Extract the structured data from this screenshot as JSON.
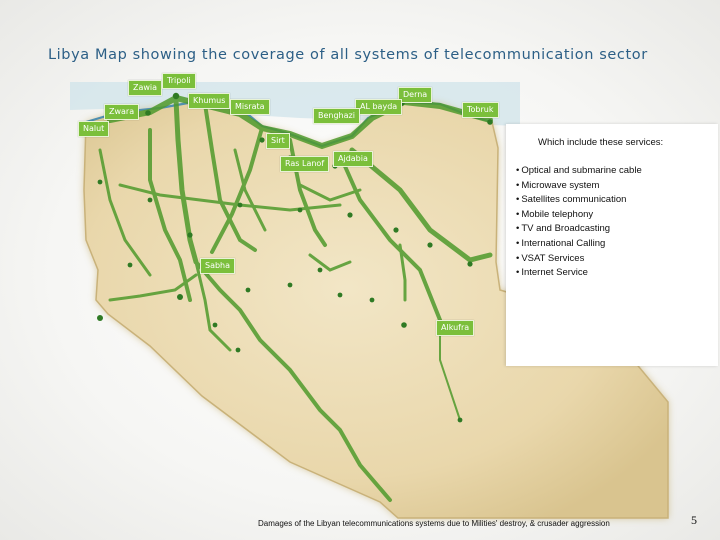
{
  "title": "Libya Map showing the coverage of all systems of telecommunication sector",
  "cities": [
    {
      "id": "zawia",
      "label": "Zawia"
    },
    {
      "id": "tripoli",
      "label": "Tripoli"
    },
    {
      "id": "khumus",
      "label": "Khumus"
    },
    {
      "id": "zwara",
      "label": "Zwara"
    },
    {
      "id": "misrata",
      "label": "Misrata"
    },
    {
      "id": "derna",
      "label": "Derna"
    },
    {
      "id": "albayda",
      "label": "AL bayda"
    },
    {
      "id": "benghazi",
      "label": "Benghazi"
    },
    {
      "id": "tobruk",
      "label": "Tobruk"
    },
    {
      "id": "nalut",
      "label": "Nalut"
    },
    {
      "id": "sirt",
      "label": "Sirt"
    },
    {
      "id": "raslanof",
      "label": "Ras Lanof"
    },
    {
      "id": "ajdabia",
      "label": "Ajdabia"
    },
    {
      "id": "sabha",
      "label": "Sabha"
    },
    {
      "id": "alkufra",
      "label": "Alkufra"
    }
  ],
  "services": {
    "title": "Which include these services:",
    "items": [
      "Optical and submarine cable",
      "Microwave system",
      "Satellites communication",
      "Mobile telephony",
      "TV and Broadcasting",
      "International Calling",
      "VSAT Services",
      "Internet Service"
    ]
  },
  "footer": "Damages of the Libyan telecommunications systems due to Milities' destroy, & crusader aggression",
  "page_number": "5",
  "colors": {
    "title": "#2c5f86",
    "city_label_bg": "#7bbf3b",
    "network_line": "#4f9a2c",
    "site_dot": "#2f7a24",
    "land": "#ecdcb4",
    "sea": "#b8d3e0"
  }
}
